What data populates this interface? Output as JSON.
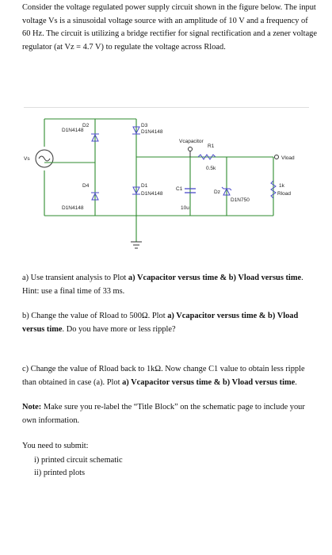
{
  "intro": {
    "p1": "Consider the voltage regulated power supply circuit shown in the figure below. The input voltage Vs is a sinusoidal voltage source with an amplitude of 10 V and a frequency of 60 Hz. The circuit is utilizing a bridge rectifier for signal rectification and a zener voltage regulator (at Vz = 4.7 V) to regulate the voltage across Rload."
  },
  "schematic": {
    "vs": "Vs",
    "d2": "D2",
    "d2_part": "D1N4148",
    "d3": "D3",
    "d3_part": "D1N4148",
    "d4": "D4",
    "d4_part": "D1N4148",
    "d1": "D1",
    "d1_part": "D1N4148",
    "vcap": "Vcapacitor",
    "r1": "R1",
    "r1_val": "0.5k",
    "c1": "C1",
    "c1_val": "10u",
    "dz": "Dz",
    "dz_part": "D1N750",
    "rload": "Rload",
    "rload_val": "1k",
    "vload": "Vload"
  },
  "qa": {
    "t1": "a) Use transient analysis to Plot ",
    "b1": "a) Vcapacitor versus time & b) Vload versus time",
    "t2": ". Hint: use a final time of 33 ms."
  },
  "qb": {
    "t1": "b) Change the value of Rload to 500Ω. Plot ",
    "b1": "a) Vcapacitor versus time & b) Vload versus time",
    "t2": ". Do you have more or less ripple?"
  },
  "qc": {
    "t1": "c) Change the value of Rload back to 1kΩ. Now change C1 value to obtain less ripple than obtained in case (a). Plot ",
    "b1": "a) Vcapacitor versus time & b) Vload versus time",
    "t2": "."
  },
  "note": {
    "label": "Note:",
    "text": " Make sure you re-label the “Title Block” on the schematic page to include your own information."
  },
  "submit": {
    "heading": "You need to submit:",
    "items": [
      "i) printed circuit schematic",
      "ii) printed plots"
    ]
  },
  "colors": {
    "wire": "#2e8b2e",
    "component": "#4a4ac8"
  }
}
